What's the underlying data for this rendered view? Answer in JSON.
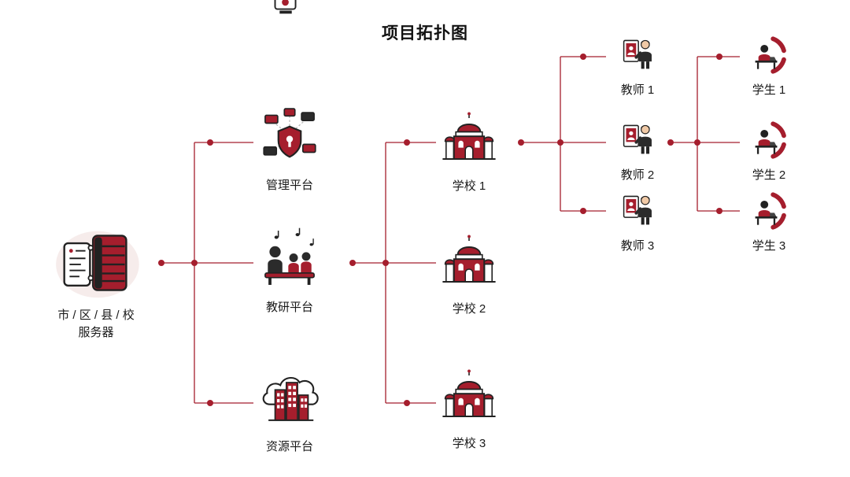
{
  "title": "项目拓扑图",
  "colors": {
    "accent": "#a51e2d",
    "line": "#a51e2d",
    "text": "#1a1a1a",
    "background": "#ffffff"
  },
  "server": {
    "label_line1": "市 / 区 / 县 / 校",
    "label_line2": "服务器",
    "icon": "server-icon"
  },
  "platforms": [
    {
      "label": "管理平台",
      "icon": "management-platform-icon"
    },
    {
      "label": "教研平台",
      "icon": "research-platform-icon"
    },
    {
      "label": "资源平台",
      "icon": "resource-platform-icon"
    }
  ],
  "schools": [
    {
      "label": "学校 1",
      "icon": "school-icon"
    },
    {
      "label": "学校 2",
      "icon": "school-icon"
    },
    {
      "label": "学校 3",
      "icon": "school-icon"
    }
  ],
  "teachers": [
    {
      "label": "教师 1",
      "icon": "teacher-icon"
    },
    {
      "label": "教师 2",
      "icon": "teacher-icon"
    },
    {
      "label": "教师 3",
      "icon": "teacher-icon"
    }
  ],
  "students": [
    {
      "label": "学生 1",
      "icon": "student-icon"
    },
    {
      "label": "学生 2",
      "icon": "student-icon"
    },
    {
      "label": "学生 3",
      "icon": "student-icon"
    }
  ]
}
